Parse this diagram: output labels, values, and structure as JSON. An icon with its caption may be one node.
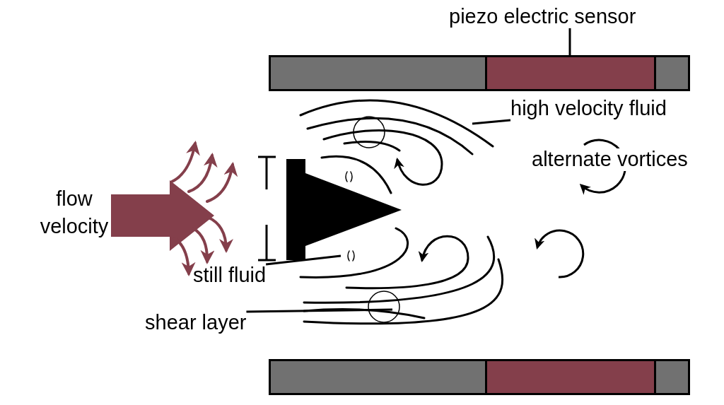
{
  "diagram": {
    "nodes": [
      {
        "text": [
          "piezo electric sensor"
        ]
      },
      {
        "text": [],
        "shape": "bar"
      },
      {
        "text": [
          "high velocity fluid"
        ]
      },
      {
        "text": [
          "still fluid"
        ]
      },
      {
        "text": [
          "shear layer"
        ]
      },
      {
        "text": [],
        "shape": "bar"
      }
    ],
    "edges": [
      {
        "from": 0,
        "to": 1,
        "arrow": "none"
      },
      {
        "from": 2,
        "to": null,
        "arrow": "none"
      },
      {
        "from": 3,
        "to": null,
        "arrow": "none"
      },
      {
        "from": 4,
        "to": null,
        "arrow": "none"
      }
    ],
    "labels": [
      "flow velocity",
      "alternate vortices"
    ]
  }
}
